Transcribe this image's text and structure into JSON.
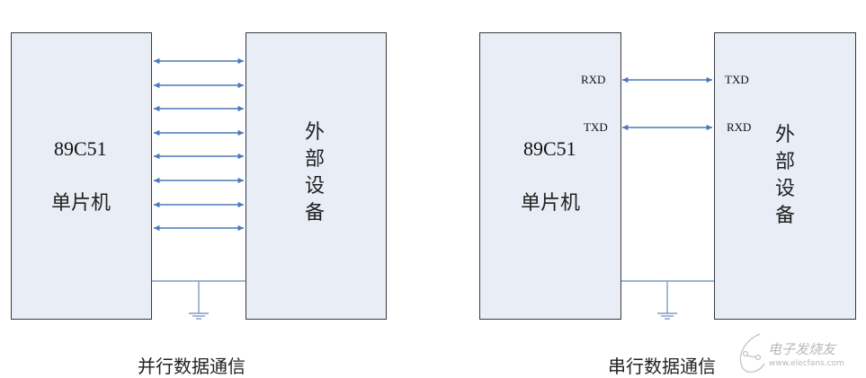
{
  "parallel": {
    "mcu_model": "89C51",
    "mcu_label": "单片机",
    "device_chars": [
      "外",
      "部",
      "设",
      "备"
    ],
    "caption": "并行数据通信",
    "data_lines": 8
  },
  "serial": {
    "mcu_model": "89C51",
    "mcu_label": "单片机",
    "device_chars": [
      "外",
      "部",
      "设",
      "备"
    ],
    "caption": "串行数据通信",
    "mcu_pins": [
      "RXD",
      "TXD"
    ],
    "device_pins": [
      "TXD",
      "RXD"
    ]
  },
  "watermark": {
    "title": "电子发烧友",
    "url": "www.elecfans.com"
  },
  "colors": {
    "box_fill": "#e8edf6",
    "box_border": "#3a3a3a",
    "arrow": "#4a78bb",
    "ground": "#7f9cc6"
  }
}
